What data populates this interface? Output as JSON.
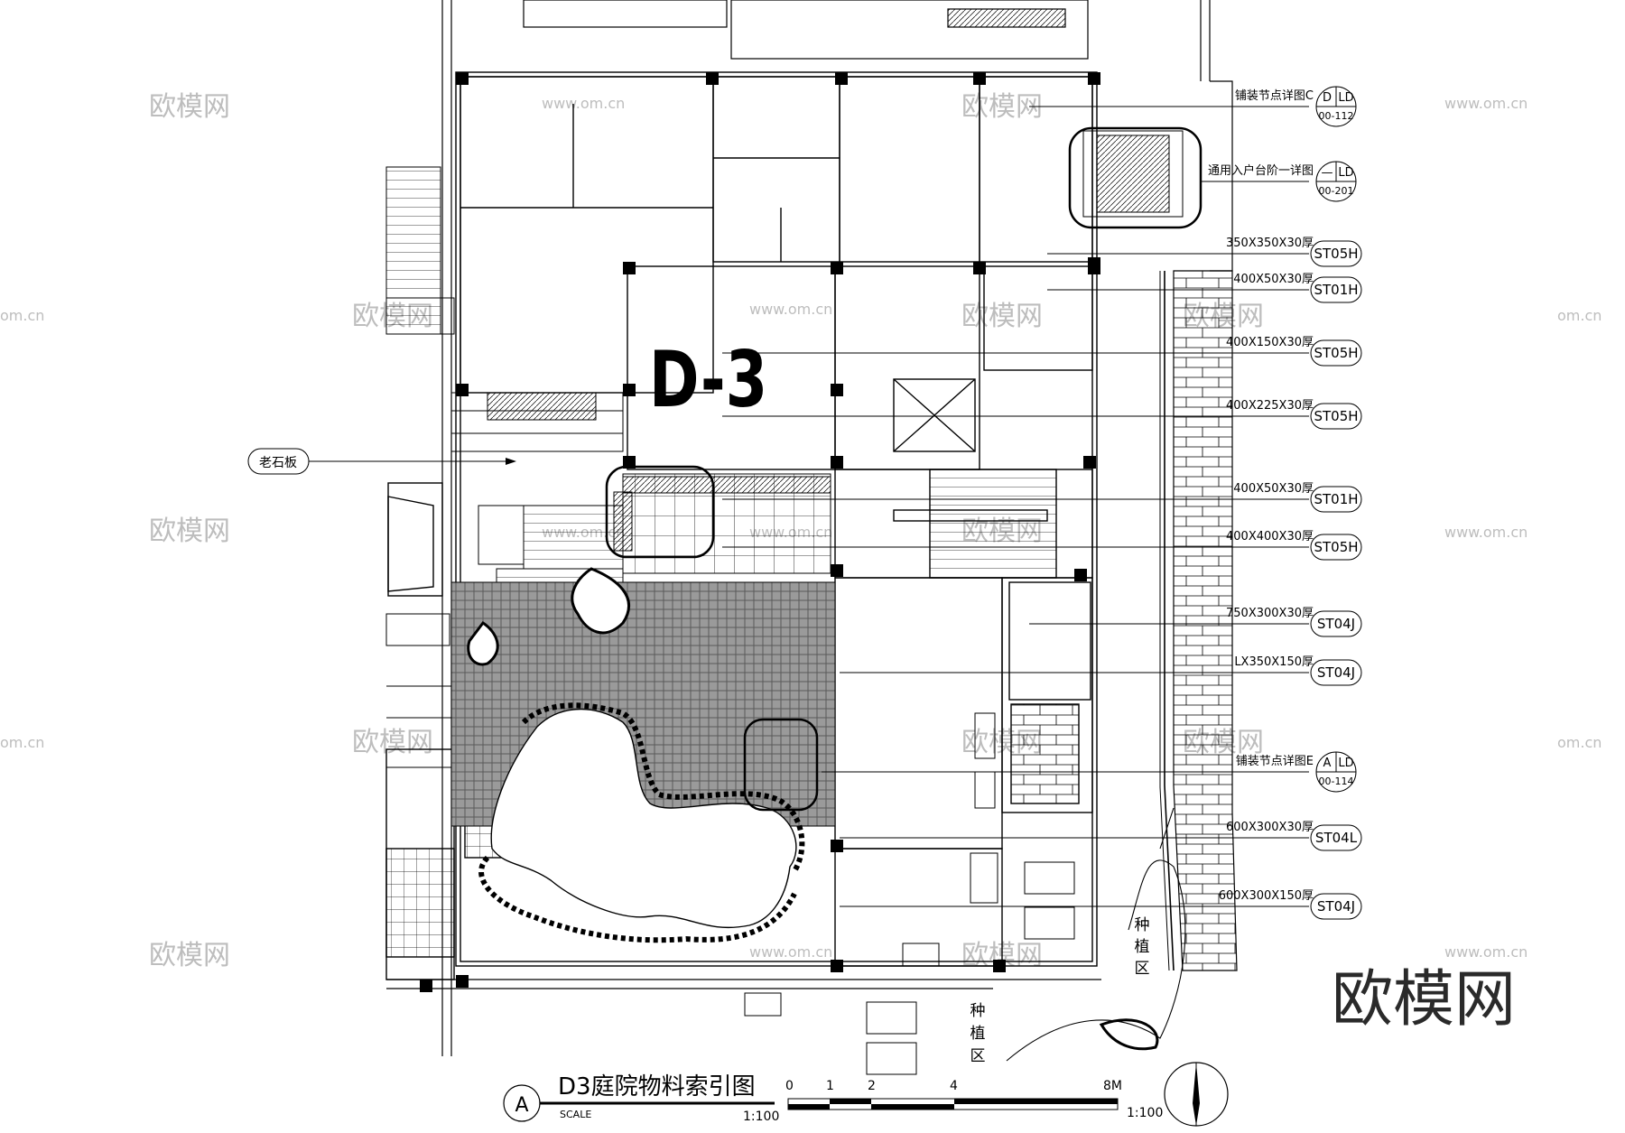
{
  "drawing": {
    "unit_label": "D-3",
    "title": "D3庭院物料索引图",
    "scale_word": "SCALE",
    "scale_ratio": "1:100",
    "scale_ratio_right": "1:100",
    "title_circle": "A",
    "scalebar_ticks": [
      "0",
      "1",
      "2",
      "4",
      "8M"
    ]
  },
  "left_callout": "老石板",
  "planting_labels": [
    {
      "chars": [
        "种",
        "植",
        "区"
      ]
    },
    {
      "chars": [
        "种",
        "植",
        "区"
      ]
    }
  ],
  "callouts": [
    {
      "text": "铺装节点详图C",
      "kind": "detail",
      "top": "D",
      "topright": "LD",
      "bottom": "00-112"
    },
    {
      "text": "通用入户台阶一详图",
      "kind": "detail",
      "top": "—",
      "topright": "LD",
      "bottom": "00-201"
    },
    {
      "text": "350X350X30厚",
      "kind": "code",
      "code": "ST05H"
    },
    {
      "text": "400X50X30厚",
      "kind": "code",
      "code": "ST01H"
    },
    {
      "text": "400X150X30厚",
      "kind": "code",
      "code": "ST05H"
    },
    {
      "text": "400X225X30厚",
      "kind": "code",
      "code": "ST05H"
    },
    {
      "text": "400X50X30厚",
      "kind": "code",
      "code": "ST01H"
    },
    {
      "text": "400X400X30厚",
      "kind": "code",
      "code": "ST05H"
    },
    {
      "text": "750X300X30厚",
      "kind": "code",
      "code": "ST04J"
    },
    {
      "text": "LX350X150厚",
      "kind": "code",
      "code": "ST04J"
    },
    {
      "text": "铺装节点详图E",
      "kind": "detail",
      "top": "A",
      "topright": "LD",
      "bottom": "00-114"
    },
    {
      "text": "600X300X30厚",
      "kind": "code",
      "code": "ST04L"
    },
    {
      "text": "600X300X150厚",
      "kind": "code",
      "code": "ST04J"
    }
  ],
  "watermark": {
    "brand": "欧模网",
    "small": "欧模网",
    "url": "www.om.cn",
    "url_alt": "om.cn"
  }
}
